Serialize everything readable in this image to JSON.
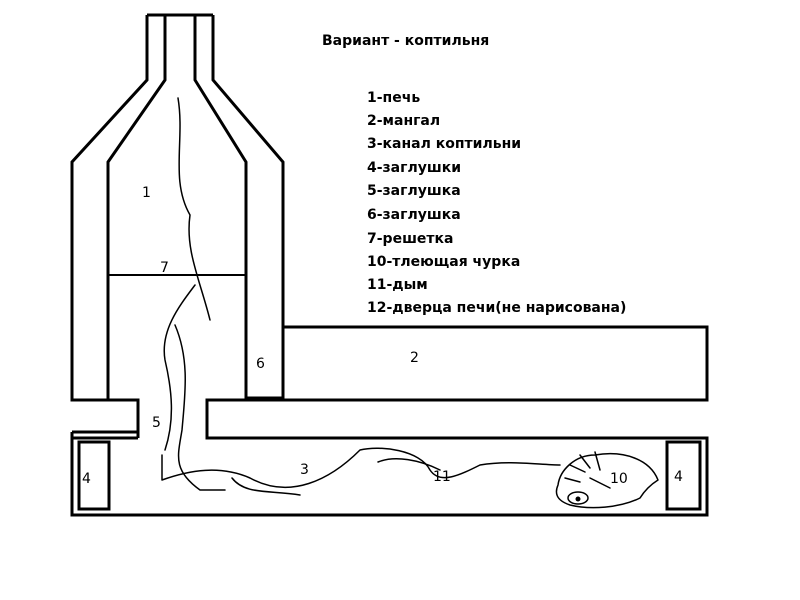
{
  "title": "Вариант - коптильня",
  "legend": [
    "1-печь",
    "2-мангал",
    "3-канал коптильни",
    "4-заглушки",
    "5-заглушка",
    "6-заглушка",
    "7-решетка",
    "10-тлеющая чурка",
    "11-дым",
    "12-дверца печи(не нарисована)"
  ],
  "labels": {
    "oven": "1",
    "grill": "2",
    "channel": "3",
    "plug_left": "4",
    "plug_right": "4",
    "plug_5": "5",
    "plug_6": "6",
    "grate": "7",
    "smoldering_log": "10",
    "smoke": "11"
  }
}
